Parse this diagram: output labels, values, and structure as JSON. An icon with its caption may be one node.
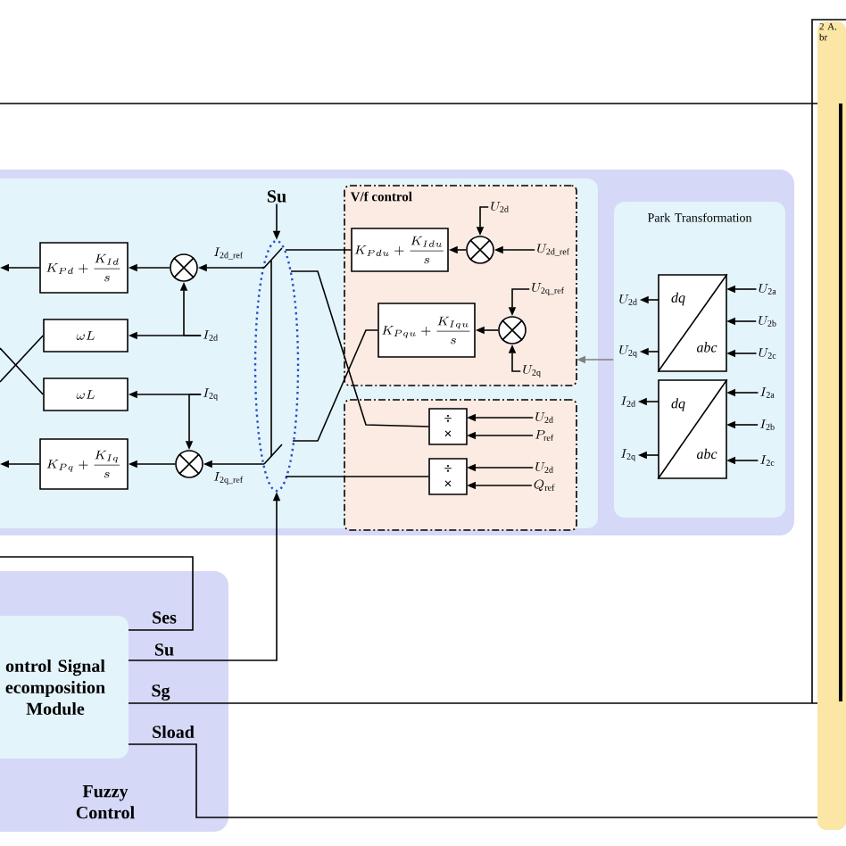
{
  "diagram": {
    "nodes": [
      {
        "text": [
          "K_{Pd}+\\dfrac{K_{Id}}{s}"
        ]
      },
      {
        "text": [],
        "shape": "circle"
      },
      {
        "text": [
          "\\omega L"
        ]
      },
      {
        "text": [
          "\\omega L"
        ]
      },
      {
        "text": [
          "K_{Pq}+\\dfrac{K_{Iq}}{s}"
        ]
      },
      {
        "text": [],
        "shape": "circle"
      },
      {
        "text": [],
        "shape": "ellipse"
      },
      {
        "text": [
          "V/f control"
        ]
      },
      {
        "text": [
          "K_{Pdu}+\\dfrac{K_{Idu}}{s}"
        ],
        "in": 7
      },
      {
        "text": [],
        "shape": "circle",
        "in": 7
      },
      {
        "text": [
          "K_{Pqu}+\\dfrac{K_{Iqu}}{s}"
        ],
        "in": 7
      },
      {
        "text": [],
        "shape": "circle",
        "in": 7
      },
      {
        "text": [],
        "shape": "box"
      },
      {
        "text": [
          "÷",
          "×"
        ],
        "in": 12
      },
      {
        "text": [
          "÷",
          "×"
        ],
        "in": 12
      },
      {
        "text": [
          "Park Transformation"
        ]
      },
      {
        "text": [
          "dq",
          "abc"
        ],
        "in": 15
      },
      {
        "text": [
          "dq",
          "abc"
        ],
        "in": 15
      },
      {
        "text": [
          "Fuzzy Control"
        ]
      },
      {
        "text": [
          "ontrol Signal ecomposition Module"
        ],
        "in": 18
      },
      {
        "text": [
          "2 A. br"
        ]
      },
      {
        "text": [
          "I_{\\mathrm{2d}}"
        ]
      },
      {
        "text": [
          "I_{\\mathrm{2q}}"
        ]
      },
      {
        "text": [
          "U_{\\mathrm{2d}}"
        ],
        "in": 7
      },
      {
        "text": [
          "U_{\\mathrm{2d\\_ref}}"
        ],
        "in": 7
      },
      {
        "text": [
          "U_{\\mathrm{2q\\_ref}}"
        ],
        "in": 7
      },
      {
        "text": [
          "U_{\\mathrm{2q}}"
        ],
        "in": 7
      },
      {
        "text": [
          "U_{\\mathrm{2d}}"
        ],
        "in": 12
      },
      {
        "text": [
          "P_{\\mathrm{ref}}"
        ],
        "in": 12
      },
      {
        "text": [
          "U_{\\mathrm{2d}}"
        ],
        "in": 12
      },
      {
        "text": [
          "Q_{\\mathrm{ref}}"
        ],
        "in": 12
      },
      {
        "text": [
          "U_{\\mathrm{2a}}"
        ],
        "in": 15
      },
      {
        "text": [
          "U_{\\mathrm{2b}}"
        ],
        "in": 15
      },
      {
        "text": [
          "U_{\\mathrm{2c}}"
        ],
        "in": 15
      },
      {
        "text": [
          "I_{\\mathrm{2a}}"
        ],
        "in": 15
      },
      {
        "text": [
          "I_{\\mathrm{2b}}"
        ],
        "in": 15
      },
      {
        "text": [
          "I_{\\mathrm{2c}}"
        ],
        "in": 15
      },
      {
        "text": [
          "U_{\\mathrm{2d}}"
        ],
        "in": 15
      },
      {
        "text": [
          "U_{\\mathrm{2q}}"
        ],
        "in": 15
      },
      {
        "text": [
          "I_{\\mathrm{2d}}"
        ],
        "in": 15
      },
      {
        "text": [
          "I_{\\mathrm{2q}}"
        ],
        "in": 15
      },
      {
        "text": [
          "Su"
        ]
      }
    ],
    "edges": [
      {
        "from": 1,
        "to": 0,
        "arrow": "to"
      },
      {
        "from": 0,
        "to": null,
        "arrow": "to"
      },
      {
        "from": 5,
        "to": 4,
        "arrow": "to"
      },
      {
        "from": 4,
        "to": null,
        "arrow": "to"
      },
      {
        "from": 2,
        "to": null,
        "arrow": "none"
      },
      {
        "from": 3,
        "to": null,
        "arrow": "none"
      },
      {
        "from": 21,
        "to": 2,
        "arrow": "to"
      },
      {
        "from": 21,
        "to": 1,
        "arrow": "to"
      },
      {
        "from": 22,
        "to": 3,
        "arrow": "to"
      },
      {
        "from": 22,
        "to": 5,
        "arrow": "to"
      },
      {
        "from": 6,
        "to": 1,
        "arrow": "to",
        "label": "I_{\\mathrm{2d\\_ref}}"
      },
      {
        "from": 6,
        "to": 5,
        "arrow": "to",
        "label": "I_{\\mathrm{2q\\_ref}}"
      },
      {
        "from": 8,
        "to": 6,
        "arrow": "none"
      },
      {
        "from": 10,
        "to": 6,
        "arrow": "none"
      },
      {
        "from": 13,
        "to": 6,
        "arrow": "none"
      },
      {
        "from": 14,
        "to": 6,
        "arrow": "none"
      },
      {
        "from": 9,
        "to": 8,
        "arrow": "to"
      },
      {
        "from": 11,
        "to": 10,
        "arrow": "to"
      },
      {
        "from": 23,
        "to": 9,
        "arrow": "to"
      },
      {
        "from": 24,
        "to": 9,
        "arrow": "to"
      },
      {
        "from": 25,
        "to": 11,
        "arrow": "to"
      },
      {
        "from": 26,
        "to": 11,
        "arrow": "to"
      },
      {
        "from": 27,
        "to": 13,
        "arrow": "to"
      },
      {
        "from": 28,
        "to": 13,
        "arrow": "to"
      },
      {
        "from": 29,
        "to": 14,
        "arrow": "to"
      },
      {
        "from": 30,
        "to": 14,
        "arrow": "to"
      },
      {
        "from": 31,
        "to": 16,
        "arrow": "to"
      },
      {
        "from": 32,
        "to": 16,
        "arrow": "to"
      },
      {
        "from": 33,
        "to": 16,
        "arrow": "to"
      },
      {
        "from": 34,
        "to": 17,
        "arrow": "to"
      },
      {
        "from": 35,
        "to": 17,
        "arrow": "to"
      },
      {
        "from": 36,
        "to": 17,
        "arrow": "to"
      },
      {
        "from": 16,
        "to": 37,
        "arrow": "to"
      },
      {
        "from": 16,
        "to": 38,
        "arrow": "to"
      },
      {
        "from": 17,
        "to": 39,
        "arrow": "to"
      },
      {
        "from": 17,
        "to": 40,
        "arrow": "to"
      },
      {
        "from": 15,
        "to": 7,
        "arrow": "to",
        "color": "#7f7f7f"
      },
      {
        "from": 19,
        "to": 6,
        "arrow": "to",
        "label": "Su"
      },
      {
        "from": 41,
        "to": 6,
        "arrow": "to"
      },
      {
        "from": 19,
        "to": null,
        "arrow": "none",
        "label": "Ses"
      },
      {
        "from": 19,
        "to": 20,
        "arrow": "none",
        "label": "Sg"
      },
      {
        "from": 19,
        "to": 20,
        "arrow": "none",
        "label": "Sload"
      }
    ]
  }
}
